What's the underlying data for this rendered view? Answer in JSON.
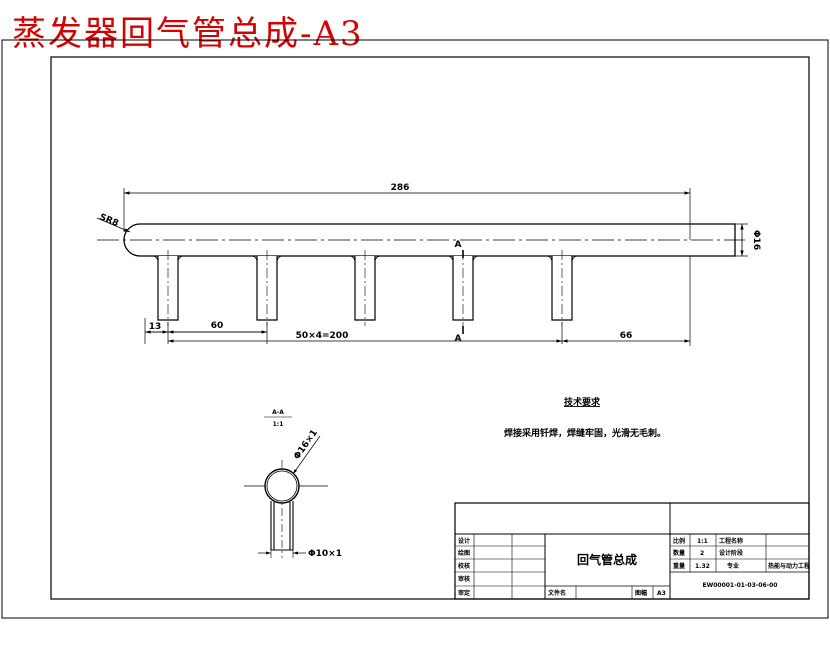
{
  "sheet_title": "蒸发器回气管总成-A3",
  "dimensions": {
    "overall_length": "286",
    "sphere_radius": "SR8",
    "pipe_diameter": "Φ16",
    "end_offset": "13",
    "spacing": "60",
    "spacing_total": "50×4=200",
    "right_length": "66",
    "section_mark": "A"
  },
  "section_view": {
    "label": "A-A",
    "scale": "1:1",
    "main_pipe": "Φ16×1",
    "branch_pipe": "Φ10×1"
  },
  "tech_requirements": {
    "heading": "技术要求",
    "text": "焊接采用钎焊，焊缝牢固，光滑无毛刺。"
  },
  "title_block": {
    "part_name": "回气管总成",
    "left_labels": [
      "设计",
      "绘图",
      "校核",
      "审核",
      "审定"
    ],
    "file_label": "文件名",
    "sheet_label": "图幅",
    "sheet_value": "A3",
    "ratio_label": "比例",
    "ratio_value": "1:1",
    "quantity_label": "数量",
    "quantity_value": "2",
    "weight_label": "重量",
    "weight_value": "1.32",
    "r1_right": "工程名称",
    "r2_right": "设计阶段",
    "r3_mid": "专业",
    "r3_right": "热能与动力工程",
    "drawing_no": "EW00001-01-03-06-00"
  }
}
